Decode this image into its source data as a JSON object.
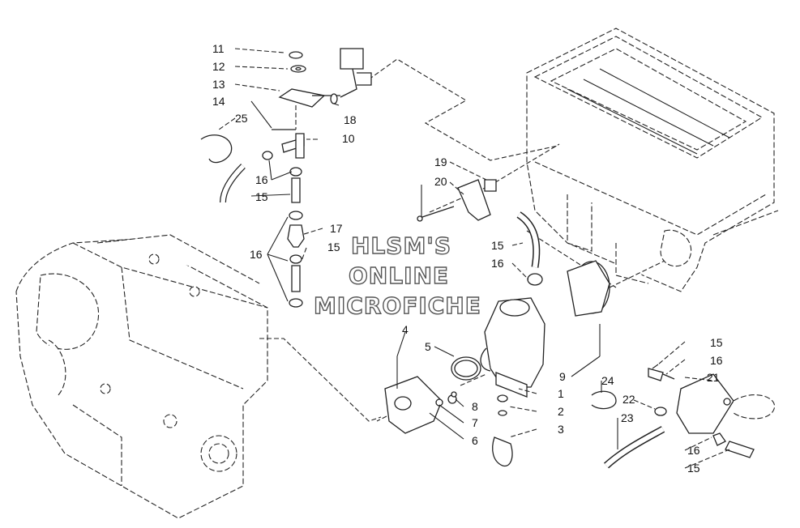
{
  "watermark": {
    "lines": [
      "HLSM'S",
      "ONLINE",
      "MICROFICHE"
    ]
  },
  "callouts": [
    {
      "id": "c11",
      "text": "11"
    },
    {
      "id": "c12",
      "text": "12"
    },
    {
      "id": "c13",
      "text": "13"
    },
    {
      "id": "c14",
      "text": "14"
    },
    {
      "id": "c25",
      "text": "25"
    },
    {
      "id": "c18",
      "text": "18"
    },
    {
      "id": "c10",
      "text": "10"
    },
    {
      "id": "c16a",
      "text": "16"
    },
    {
      "id": "c15a",
      "text": "15"
    },
    {
      "id": "c17",
      "text": "17"
    },
    {
      "id": "c16b",
      "text": "16"
    },
    {
      "id": "c15b",
      "text": "15"
    },
    {
      "id": "c19",
      "text": "19"
    },
    {
      "id": "c20",
      "text": "20"
    },
    {
      "id": "c15c",
      "text": "15"
    },
    {
      "id": "c16c",
      "text": "16"
    },
    {
      "id": "c4",
      "text": "4"
    },
    {
      "id": "c5",
      "text": "5"
    },
    {
      "id": "c9",
      "text": "9"
    },
    {
      "id": "c1",
      "text": "1"
    },
    {
      "id": "c2",
      "text": "2"
    },
    {
      "id": "c3",
      "text": "3"
    },
    {
      "id": "c8",
      "text": "8"
    },
    {
      "id": "c7",
      "text": "7"
    },
    {
      "id": "c6",
      "text": "6"
    },
    {
      "id": "c15d",
      "text": "15"
    },
    {
      "id": "c16d",
      "text": "16"
    },
    {
      "id": "c21",
      "text": "21"
    },
    {
      "id": "c24",
      "text": "24"
    },
    {
      "id": "c22",
      "text": "22"
    },
    {
      "id": "c23",
      "text": "23"
    },
    {
      "id": "c16e",
      "text": "16"
    },
    {
      "id": "c15e",
      "text": "15"
    }
  ]
}
